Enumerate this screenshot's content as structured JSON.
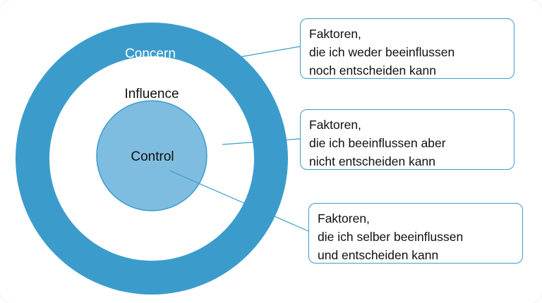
{
  "colors": {
    "outer_ring": "#3b9ccc",
    "middle_disc": "#ffffff",
    "inner_circle": "#7fbde0",
    "inner_circle_stroke": "#3b9ccc",
    "connector": "#3b9ccc"
  },
  "circles": {
    "concern": {
      "label": "Concern"
    },
    "influence": {
      "label": "Influence"
    },
    "control": {
      "label": "Control"
    }
  },
  "callouts": {
    "concern": {
      "line1": "Faktoren,",
      "line2": "die ich weder beeinflussen",
      "line3": "noch entscheiden kann"
    },
    "influence": {
      "line1": "Faktoren,",
      "line2": "die ich beeinflussen aber",
      "line3": "nicht entscheiden kann"
    },
    "control": {
      "line1": "Faktoren,",
      "line2": "die ich selber beeinflussen",
      "line3": "und entscheiden kann"
    }
  }
}
